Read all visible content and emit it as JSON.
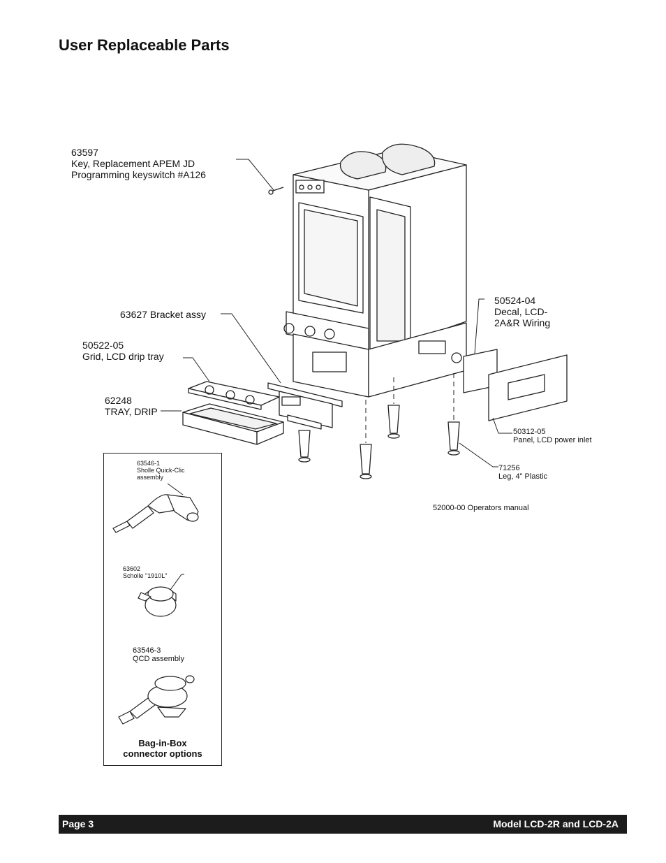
{
  "page": {
    "title": "User Replaceable Parts"
  },
  "callouts": {
    "key": "63597\nKey, Replacement APEM JD\nProgramming keyswitch #A126",
    "bracket": "63627 Bracket assy",
    "grid": "50522-05\nGrid, LCD drip tray",
    "tray": "62248\nTRAY, DRIP",
    "decal": "50524-04\nDecal, LCD-\n2A&R Wiring",
    "panel": "50312-05\nPanel, LCD power inlet",
    "leg": "71256\nLeg, 4\" Plastic",
    "manual": "52000-00 Operators manual"
  },
  "connector_box": {
    "quick_clic": "63546-1\n Sholle Quick-Clic\nassembly",
    "scholle_1910l": "63602\n Scholle \"1910L\"",
    "qcd": "63546-3\nQCD assembly",
    "caption": "Bag-in-Box\nconnector options"
  },
  "footer": {
    "page_label": "Page 3",
    "model_label": "Model LCD-2R and LCD-2A"
  }
}
